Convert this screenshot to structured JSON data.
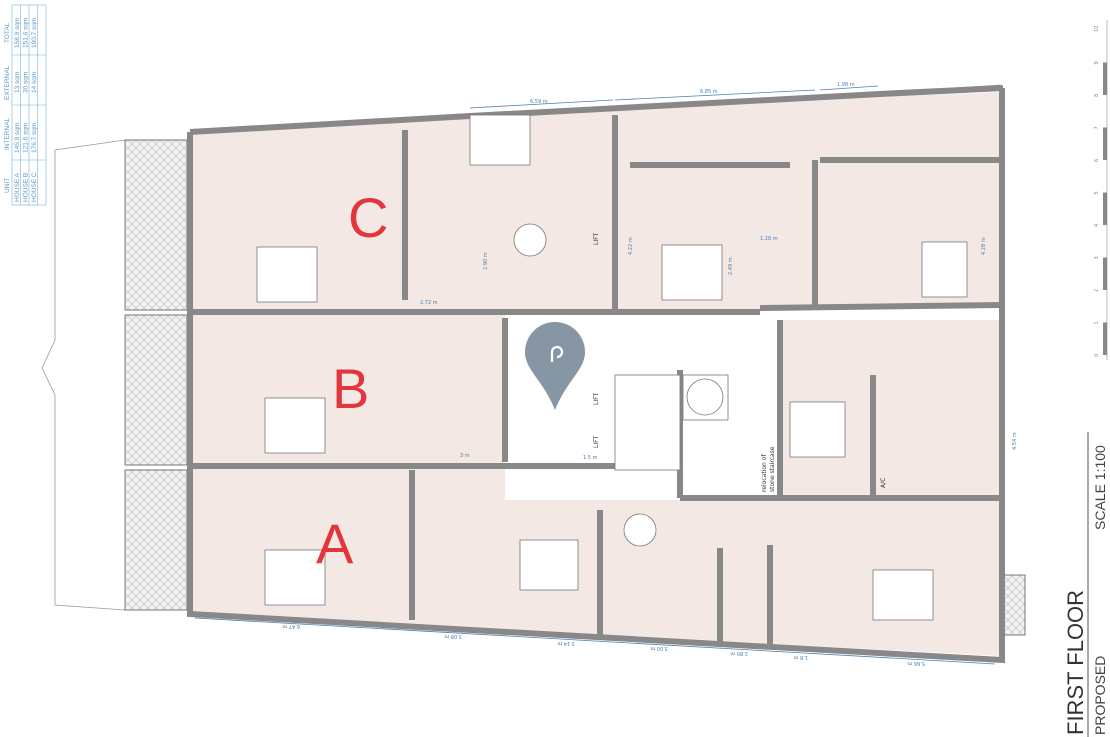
{
  "area_table": {
    "headers": [
      "UNIT",
      "INTERNAL",
      "EXTERNAL",
      "TOTAL"
    ],
    "rows": [
      [
        "HOUSE A",
        "145.9 sqm",
        "13 sqm",
        "158.9 sqm"
      ],
      [
        "HOUSE B",
        "121.6 sqm",
        "30 sqm",
        "151.6 sqm"
      ],
      [
        "HOUSE C",
        "176.7 sqm",
        "14 sqm",
        "190.7 sqm"
      ]
    ]
  },
  "houses": {
    "a": "A",
    "b": "B",
    "c": "C"
  },
  "labels": {
    "lift": "LIFT",
    "ac": "A/C",
    "relocation_line1": "relocation of",
    "relocation_line2": "stone staircase"
  },
  "dimensions": {
    "top": [
      "6.59 m",
      "6.85 m",
      "1.98 m"
    ],
    "bottom": [
      "6.47 m",
      "3.08 m",
      "3.14 m",
      "3.00 m",
      "2.80 m",
      "1.8 m",
      "5.66 m"
    ],
    "interior": [
      "2.72 m",
      "3 m",
      "1.5 m",
      "2.90 m",
      "4.22 m",
      "4.28 m",
      "2.49 m",
      "1.28 m",
      "4.54 m"
    ]
  },
  "title": {
    "main": "FIRST FLOOR",
    "sub": "PROPOSED",
    "scale": "SCALE 1:100"
  },
  "ruler": {
    "ticks": [
      "0",
      "1",
      "2",
      "3",
      "4",
      "5",
      "6",
      "7",
      "8",
      "9",
      "10"
    ]
  },
  "colors": {
    "floor": "#f4e8e5",
    "wall": "#8a8a8a",
    "house_label": "#e2363c",
    "dimension": "#4a7fb0",
    "pin": "#7d8d9c"
  }
}
